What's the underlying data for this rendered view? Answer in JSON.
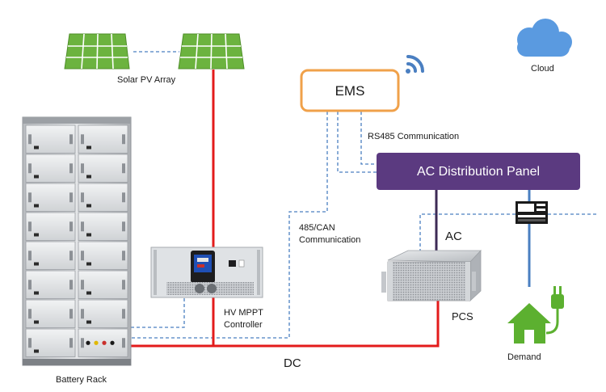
{
  "labels": {
    "solar": "Solar PV Array",
    "cloud": "Cloud",
    "ems": "EMS",
    "rs485": "RS485 Communication",
    "ac_panel": "AC Distribution Panel",
    "can_line1": "485/CAN",
    "can_line2": "Communication",
    "ac": "AC",
    "mppt_line1": "HV MPPT",
    "mppt_line2": "Controller",
    "pcs": "PCS",
    "dc": "DC",
    "battery": "Battery Rack",
    "demand": "Demand"
  },
  "colors": {
    "dc_line": "#e31b1b",
    "comm_line": "#4a7fc1",
    "ac_line_dark": "#3d2a55",
    "ac_line_blue": "#4a7fc1",
    "ems_border": "#f0a14a",
    "panel_fill": "#5b3a80",
    "cloud": "#5a9ae0",
    "solar": "#6cb33f",
    "house": "#5cb030"
  }
}
